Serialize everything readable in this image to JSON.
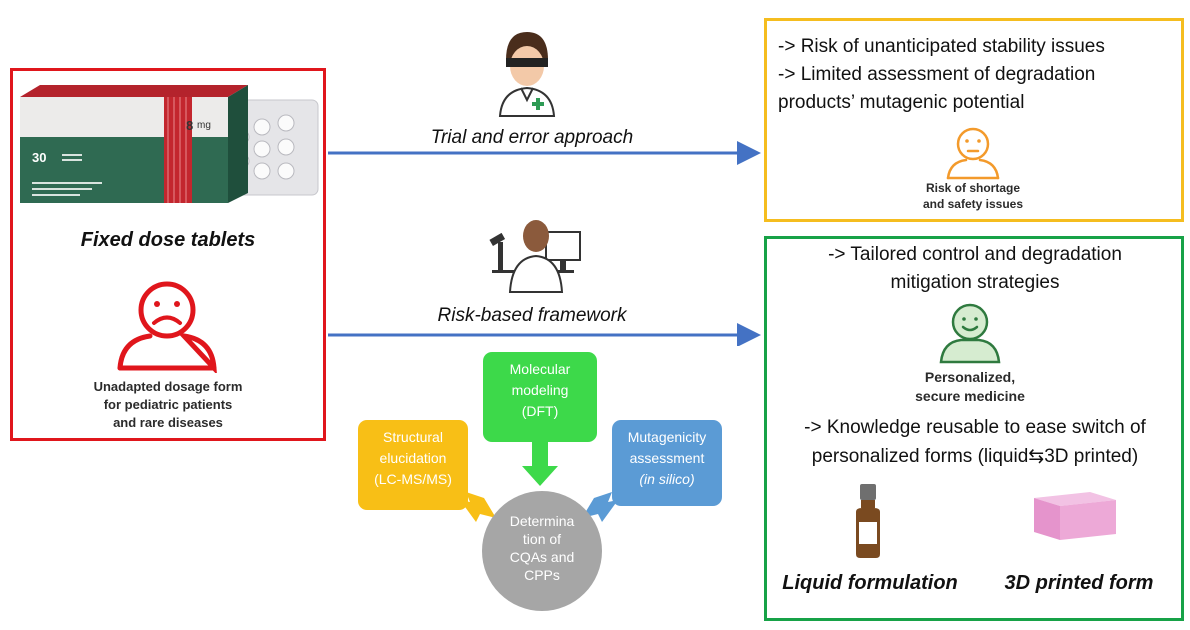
{
  "left_panel": {
    "tablet_count": "30",
    "tablet_dose": "8",
    "tablet_dose_unit": "mg",
    "caption": "Fixed dose tablets",
    "sad_caption_line1": "Unadapted dosage form",
    "sad_caption_line2": "for pediatric patients",
    "sad_caption_line3": "and rare diseases"
  },
  "arrows": {
    "top_label": "Trial and error approach",
    "bottom_label": "Risk-based framework"
  },
  "yellow_box": {
    "line1": "-> Risk of unanticipated stability issues",
    "line2": "-> Limited assessment of degradation",
    "line3": "products’ mutagenic potential",
    "icon_caption_line1": "Risk of shortage",
    "icon_caption_line2": "and safety issues"
  },
  "green_box": {
    "line1": "-> Tailored control and degradation",
    "line2": "mitigation strategies",
    "icon_caption_line1": "Personalized,",
    "icon_caption_line2": "secure medicine",
    "line3": "-> Knowledge reusable to ease switch of",
    "line4_part1": "personalized forms (liquid",
    "line4_part2": "3D printed)",
    "liquid_label": "Liquid formulation",
    "printed_label": "3D printed form"
  },
  "process": {
    "molecular_line1": "Molecular",
    "molecular_line2": "modeling",
    "molecular_line3": "(DFT)",
    "structural_line1": "Structural",
    "structural_line2": "elucidation",
    "structural_line3": "(LC-MS/MS)",
    "mutagenicity_line1": "Mutagenicity",
    "mutagenicity_line2": "assessment",
    "mutagenicity_line3": "(in silico)",
    "circle_line1": "Determina",
    "circle_line2": "tion of",
    "circle_line3": "CQAs and",
    "circle_line4": "CPPs"
  },
  "colors": {
    "red_border": "#e0161c",
    "yellow_border": "#f5bd1f",
    "green_border": "#17a247",
    "arrow_blue": "#4472c4",
    "molecular_green": "#3dd94a",
    "structural_yellow": "#f8bf16",
    "mutagenicity_blue": "#5b9bd5",
    "circle_gray": "#a6a6a6"
  }
}
